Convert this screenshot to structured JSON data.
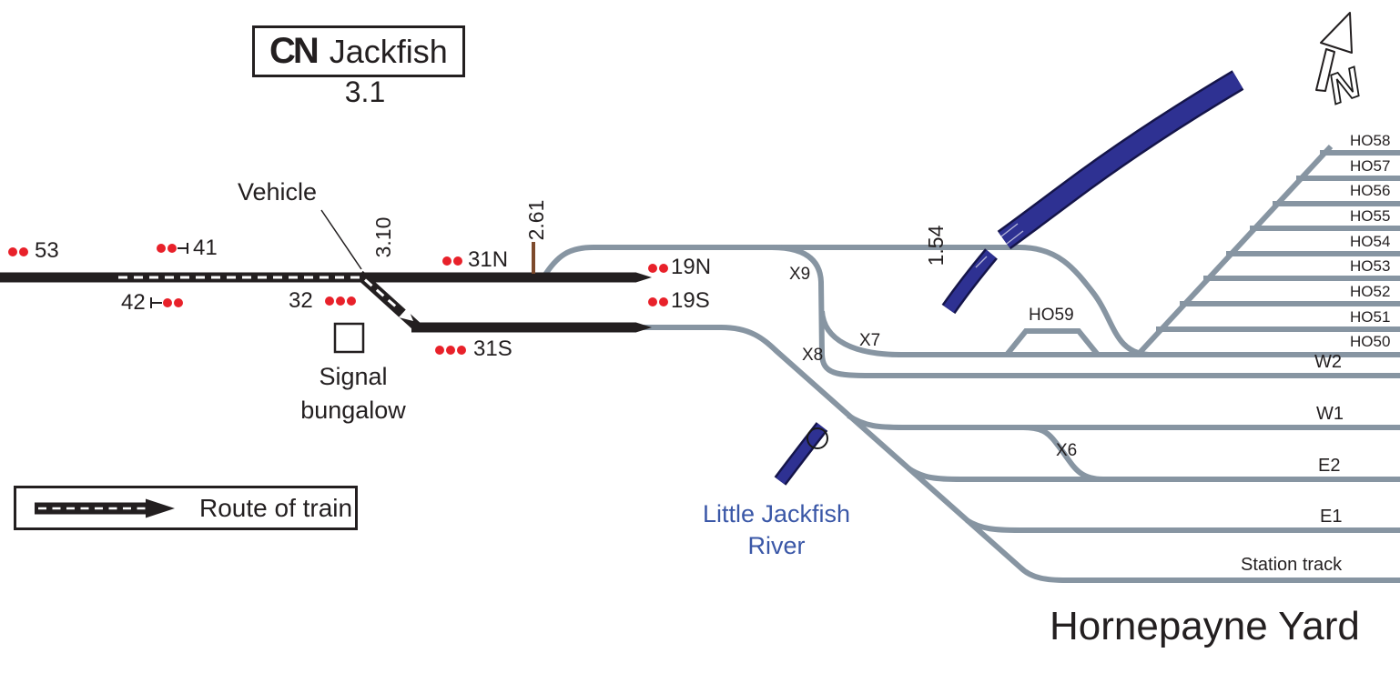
{
  "header": {
    "railway": "CN",
    "station": "Jackfish",
    "milepost": "3.1"
  },
  "callouts": {
    "vehicle": "Vehicle",
    "bungalow_line1": "Signal",
    "bungalow_line2": "bungalow"
  },
  "legend": {
    "route_of_train": "Route of train"
  },
  "mileposts": {
    "switch": "3.10",
    "crossing": "2.61",
    "bridge": "1.54"
  },
  "signals": {
    "s53": "53",
    "s41": "41",
    "s42": "42",
    "s32": "32",
    "s31n": "31N",
    "s31s": "31S",
    "s19n": "19N",
    "s19s": "19S"
  },
  "switches": {
    "x9": "X9",
    "x8": "X8",
    "x7": "X7",
    "x6": "X6"
  },
  "yard": {
    "title": "Hornepayne Yard",
    "ho59": "HO59",
    "ho_tracks": [
      "HO58",
      "HO57",
      "HO56",
      "HO55",
      "HO54",
      "HO53",
      "HO52",
      "HO51",
      "HO50"
    ],
    "w2": "W2",
    "w1": "W1",
    "e2": "E2",
    "e1": "E1",
    "station_track": "Station track"
  },
  "river": {
    "line1": "Little Jackfish",
    "line2": "River"
  },
  "compass": {
    "label": "N"
  },
  "colors": {
    "track_black": "#231f20",
    "yard_gray": "#8795a2",
    "signal_red": "#e8212a",
    "river_blue": "#2e3192",
    "river_label_blue": "#3a57a7",
    "marker_brown": "#7d4a2c"
  }
}
